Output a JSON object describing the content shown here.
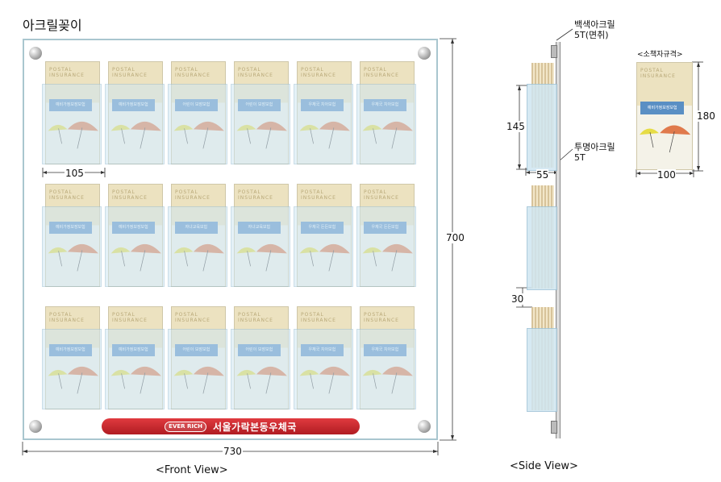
{
  "title": "아크릴꽂이",
  "front": {
    "caption": "<Front View>",
    "width_label": "730",
    "height_label": "700",
    "pocket_width_label": "105",
    "sign_logo": "EVER RICH",
    "sign_text": "서울가락본동우체국",
    "grid": {
      "rows": 3,
      "cols": 6
    },
    "brochure": {
      "header_line1": "POSTAL",
      "header_line2": "INSURANCE",
      "labels": [
        [
          "예비가정보장보험",
          "예비가정보장보험",
          "어린이 보장보험",
          "어린이 보장보험",
          "우체국 치아보험",
          "우체국 치아보험"
        ],
        [
          "예비가정보장보험",
          "예비가정보장보험",
          "자녀교육보험",
          "자녀교육보험",
          "우체국 든든보험",
          "우체국 든든보험"
        ],
        [
          "예비가정보장보험",
          "예비가정보장보험",
          "어린이 보장보험",
          "어린이 보장보험",
          "우체국 치아보험",
          "우체국 치아보험"
        ]
      ]
    }
  },
  "side": {
    "caption": "<Side View>",
    "top_material_line1": "백색아크릴",
    "top_material_line2": "5T(면취)",
    "mid_material_line1": "투명아크릴",
    "mid_material_line2": "5T",
    "height_label": "145",
    "depth_label": "55",
    "gap_label": "30"
  },
  "spec": {
    "title": "<소책자규격>",
    "height_label": "180",
    "width_label": "100",
    "brochure_label": "예비가정보장보험"
  },
  "colors": {
    "panel_border": "#a9c6cf",
    "pocket": "#cfe6f2",
    "brochure_top": "#ece2c0",
    "brochure_label": "#5a8fc4",
    "umbrella_orange": "#e07a4c",
    "umbrella_yellow": "#e6dc45",
    "sign_red": "#c8222a"
  }
}
